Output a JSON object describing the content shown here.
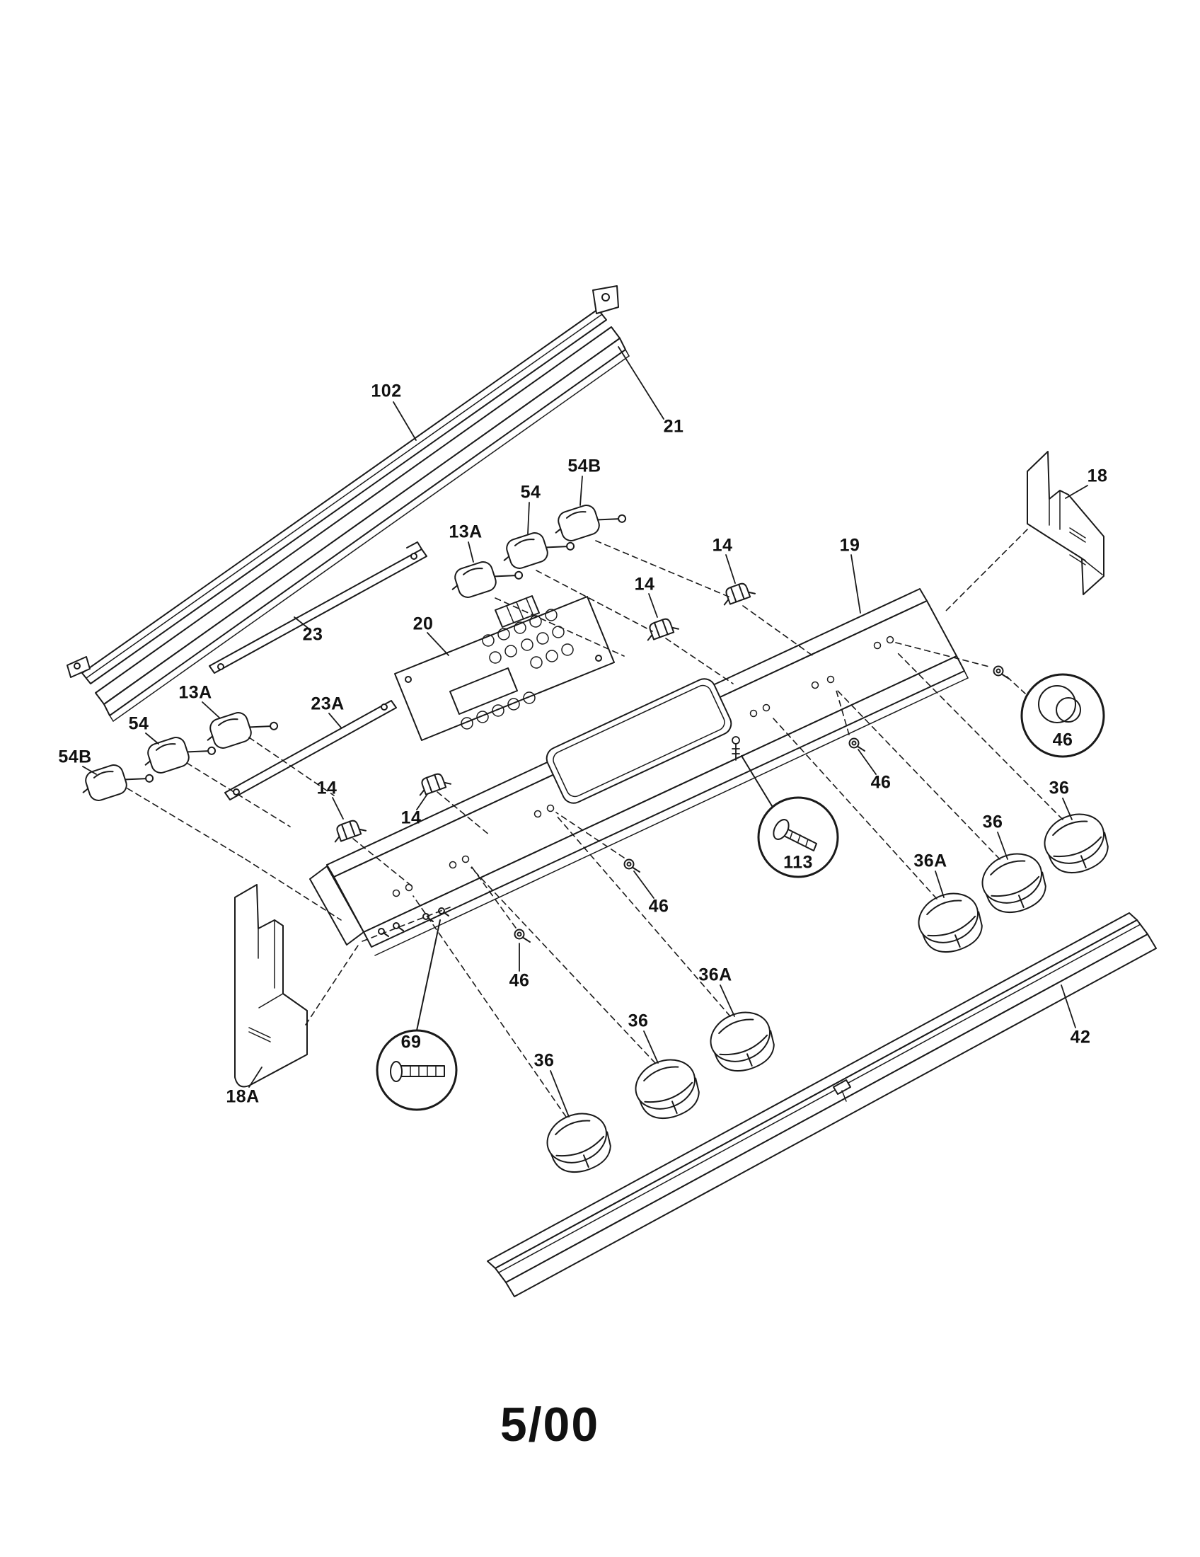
{
  "colors": {
    "ink": "#1a1a1a",
    "background": "#ffffff"
  },
  "footer": {
    "date_code": "5/00"
  },
  "labels": {
    "l102": {
      "text": "102"
    },
    "l21": {
      "text": "21"
    },
    "l54b_top": {
      "text": "54B"
    },
    "l54_top": {
      "text": "54"
    },
    "l13a_top": {
      "text": "13A"
    },
    "l14_a": {
      "text": "14"
    },
    "l19": {
      "text": "19"
    },
    "l18": {
      "text": "18"
    },
    "l14_b": {
      "text": "14"
    },
    "l23": {
      "text": "23"
    },
    "l20": {
      "text": "20"
    },
    "l13a_left": {
      "text": "13A"
    },
    "l23a": {
      "text": "23A"
    },
    "l54_left": {
      "text": "54"
    },
    "l54b_left": {
      "text": "54B"
    },
    "l14_c": {
      "text": "14"
    },
    "l14_d": {
      "text": "14"
    },
    "l46_detail": {
      "text": "46"
    },
    "l46_a": {
      "text": "46"
    },
    "l36_a": {
      "text": "36"
    },
    "l36_b": {
      "text": "36"
    },
    "l36a_a": {
      "text": "36A"
    },
    "l113": {
      "text": "113"
    },
    "l46_b": {
      "text": "46"
    },
    "l46_c": {
      "text": "46"
    },
    "l36a_b": {
      "text": "36A"
    },
    "l36_c": {
      "text": "36"
    },
    "l69": {
      "text": "69"
    },
    "l36_d": {
      "text": "36"
    },
    "l18a": {
      "text": "18A"
    },
    "l42": {
      "text": "42"
    }
  }
}
